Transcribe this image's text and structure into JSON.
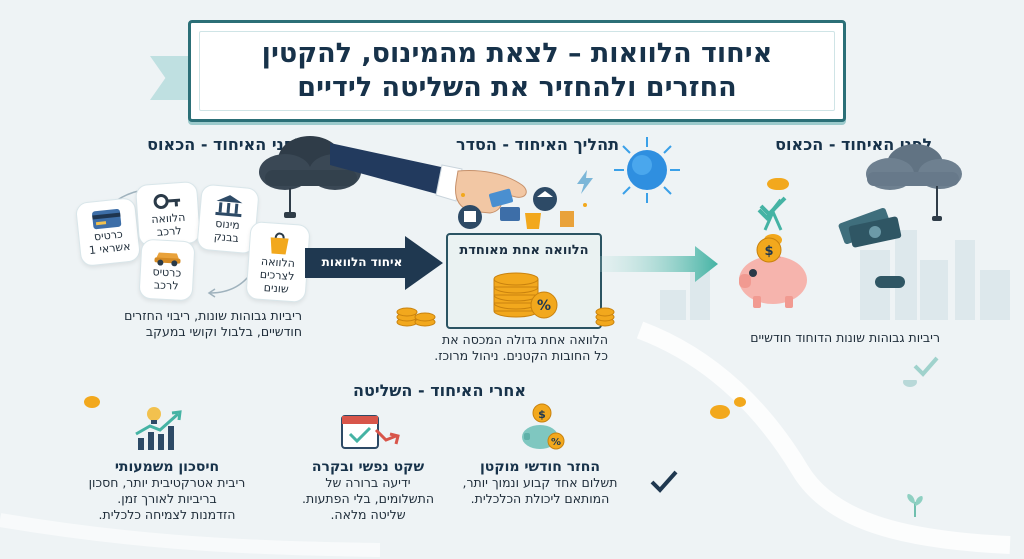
{
  "header": {
    "title_line1": "איחוד הלוואות – לצאת מהמינוס, להקטין",
    "title_line2": "החזרים ולהחזיר את השליטה לידיים"
  },
  "left_section": {
    "title": "לפני האיחוד - הכאוס",
    "cards": [
      {
        "label": "כרטיס\nאשראי 1",
        "icon": "credit-card-icon"
      },
      {
        "label": "הלוואה\nלרכב",
        "icon": "key-icon"
      },
      {
        "label": "מינוס\nבבנק",
        "icon": "bank-icon"
      },
      {
        "label": "כרטיס\nלרכב",
        "icon": "car-icon"
      },
      {
        "label": "הלוואה\nלצרכים\nשונים",
        "icon": "shopping-bag-icon"
      }
    ],
    "description": [
      "ריביות גבוהות שונות, ריבוי החזרים",
      "חודשיים, בלבול וקושי במעקב"
    ]
  },
  "middle_section": {
    "title": "תהליך האיחוד - הסדר",
    "arrow_label": "איחוד הלוואות",
    "box_label": "הלוואה אחת מאוחדת",
    "description": [
      "הלוואה אחת גדולה המכסה את",
      "כל החובות הקטנים. ניהול מרוכז."
    ]
  },
  "right_section": {
    "title": "לפני האיחוד - הכאוס",
    "description": "ריביות גבוהות שונות הדוחוד חודשיים"
  },
  "after_section": {
    "title": "אחרי האיחוד - השליטה",
    "benefits": [
      {
        "title": "החזר חודשי מוקטן",
        "lines": [
          "תשלום אחד קבוע ונמוך יותר,",
          "המותאם ליכולת הכלכלית."
        ],
        "icon": "piggy-bank-icon"
      },
      {
        "title": "שקט נפשי ובקרה",
        "lines": [
          "ידיעה ברורה של",
          "התשלומים, בלי הפתעות.",
          "שליטה מלאה."
        ],
        "icon": "calendar-check-icon"
      },
      {
        "title": "חיסכון משמעותי",
        "lines": [
          "ריבית אטרקטיבית יותר, חסכון",
          "בריביות לאורך זמן.",
          "הזדמנות לצמיחה כלכלית."
        ],
        "icon": "growth-chart-icon"
      }
    ]
  },
  "colors": {
    "navy": "#17324a",
    "teal": "#2b6f77",
    "arrow": "#1f3850",
    "gold": "#f2a81d",
    "sky": "#3aa0e8"
  }
}
